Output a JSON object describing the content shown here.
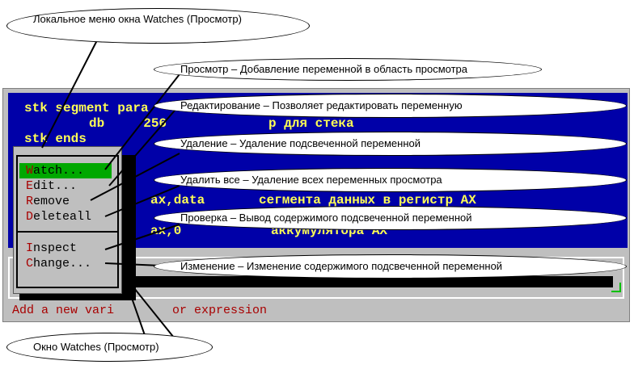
{
  "code_lines": [
    "stk segment para",
    "db     256",
    "stk ends",
    "ax,data",
    "ax,0"
  ],
  "code_comments": [
    "р для стека",
    "сегмента данных в регистр AX",
    "аккумулятора AX"
  ],
  "menu": {
    "items": [
      {
        "hotkey": "W",
        "rest": "atch...",
        "selected": true
      },
      {
        "hotkey": "E",
        "rest": "dit...",
        "selected": false
      },
      {
        "hotkey": "R",
        "rest": "emove",
        "selected": false
      },
      {
        "hotkey": "D",
        "rest": "eleteall",
        "selected": false
      },
      {
        "hotkey": "I",
        "rest": "nspect",
        "selected": false
      },
      {
        "hotkey": "C",
        "rest": "hange...",
        "selected": false
      }
    ]
  },
  "status_bar": "Add a new vari        or expression",
  "callouts": {
    "local_menu": "Локальное меню окна Watches (Просмотр)",
    "watch": "Просмотр – Добавление переменной в область просмотра",
    "edit": "Редактирование – Позволяет редактировать переменную",
    "remove": "Удаление – Удаление подсвеченной переменной",
    "deleteall": "Удалить все – Удаление всех переменных просмотра",
    "inspect": "Проверка – Вывод содержимого подсвеченной переменной",
    "change": "Изменение – Изменение содержимого подсвеченной переменной",
    "watch_window": "Окно Watches (Просмотр)"
  },
  "colors": {
    "code_bg": "#0000a8",
    "code_text": "#ffff55",
    "menu_bg": "#bfbfbf",
    "menu_selected": "#00a800",
    "hotkey": "#a80000"
  }
}
